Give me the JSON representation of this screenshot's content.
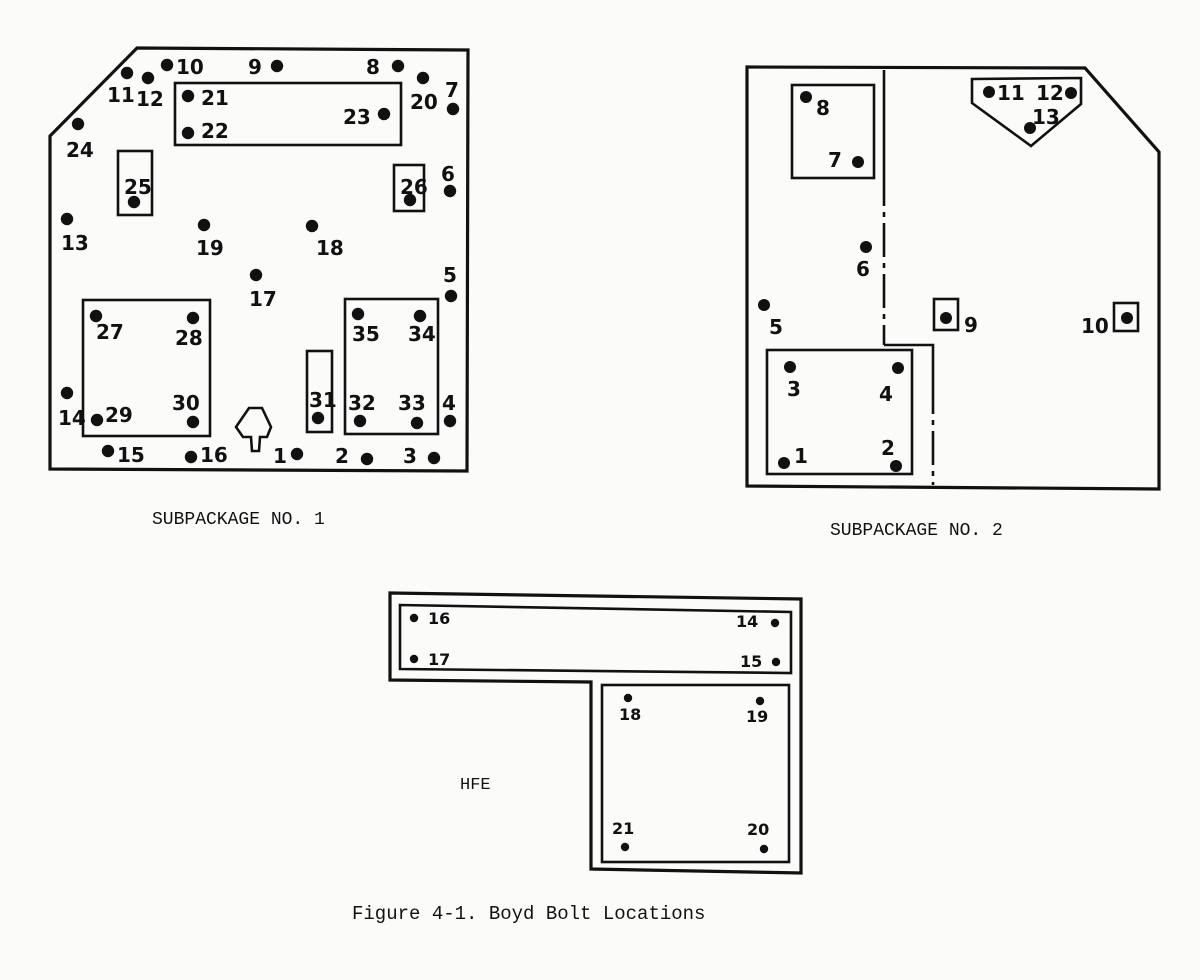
{
  "figure": {
    "caption": "Figure 4-1.  Boyd Bolt Locations",
    "subpackage1_label": "SUBPACKAGE NO. 1",
    "subpackage2_label": "SUBPACKAGE NO. 2",
    "hfe_label": "HFE"
  },
  "subpackage1": {
    "bolts": [
      "1",
      "2",
      "3",
      "4",
      "5",
      "6",
      "7",
      "8",
      "9",
      "10",
      "11",
      "12",
      "13",
      "14",
      "15",
      "16",
      "17",
      "18",
      "19",
      "20",
      "21",
      "22",
      "23",
      "24",
      "25",
      "26",
      "27",
      "28",
      "29",
      "30",
      "31",
      "32",
      "33",
      "34",
      "35"
    ]
  },
  "subpackage2": {
    "bolts": [
      "1",
      "2",
      "3",
      "4",
      "5",
      "6",
      "7",
      "8",
      "9",
      "10",
      "11",
      "12",
      "13"
    ]
  },
  "hfe": {
    "bolts": [
      "14",
      "15",
      "16",
      "17",
      "18",
      "19",
      "20",
      "21"
    ]
  }
}
